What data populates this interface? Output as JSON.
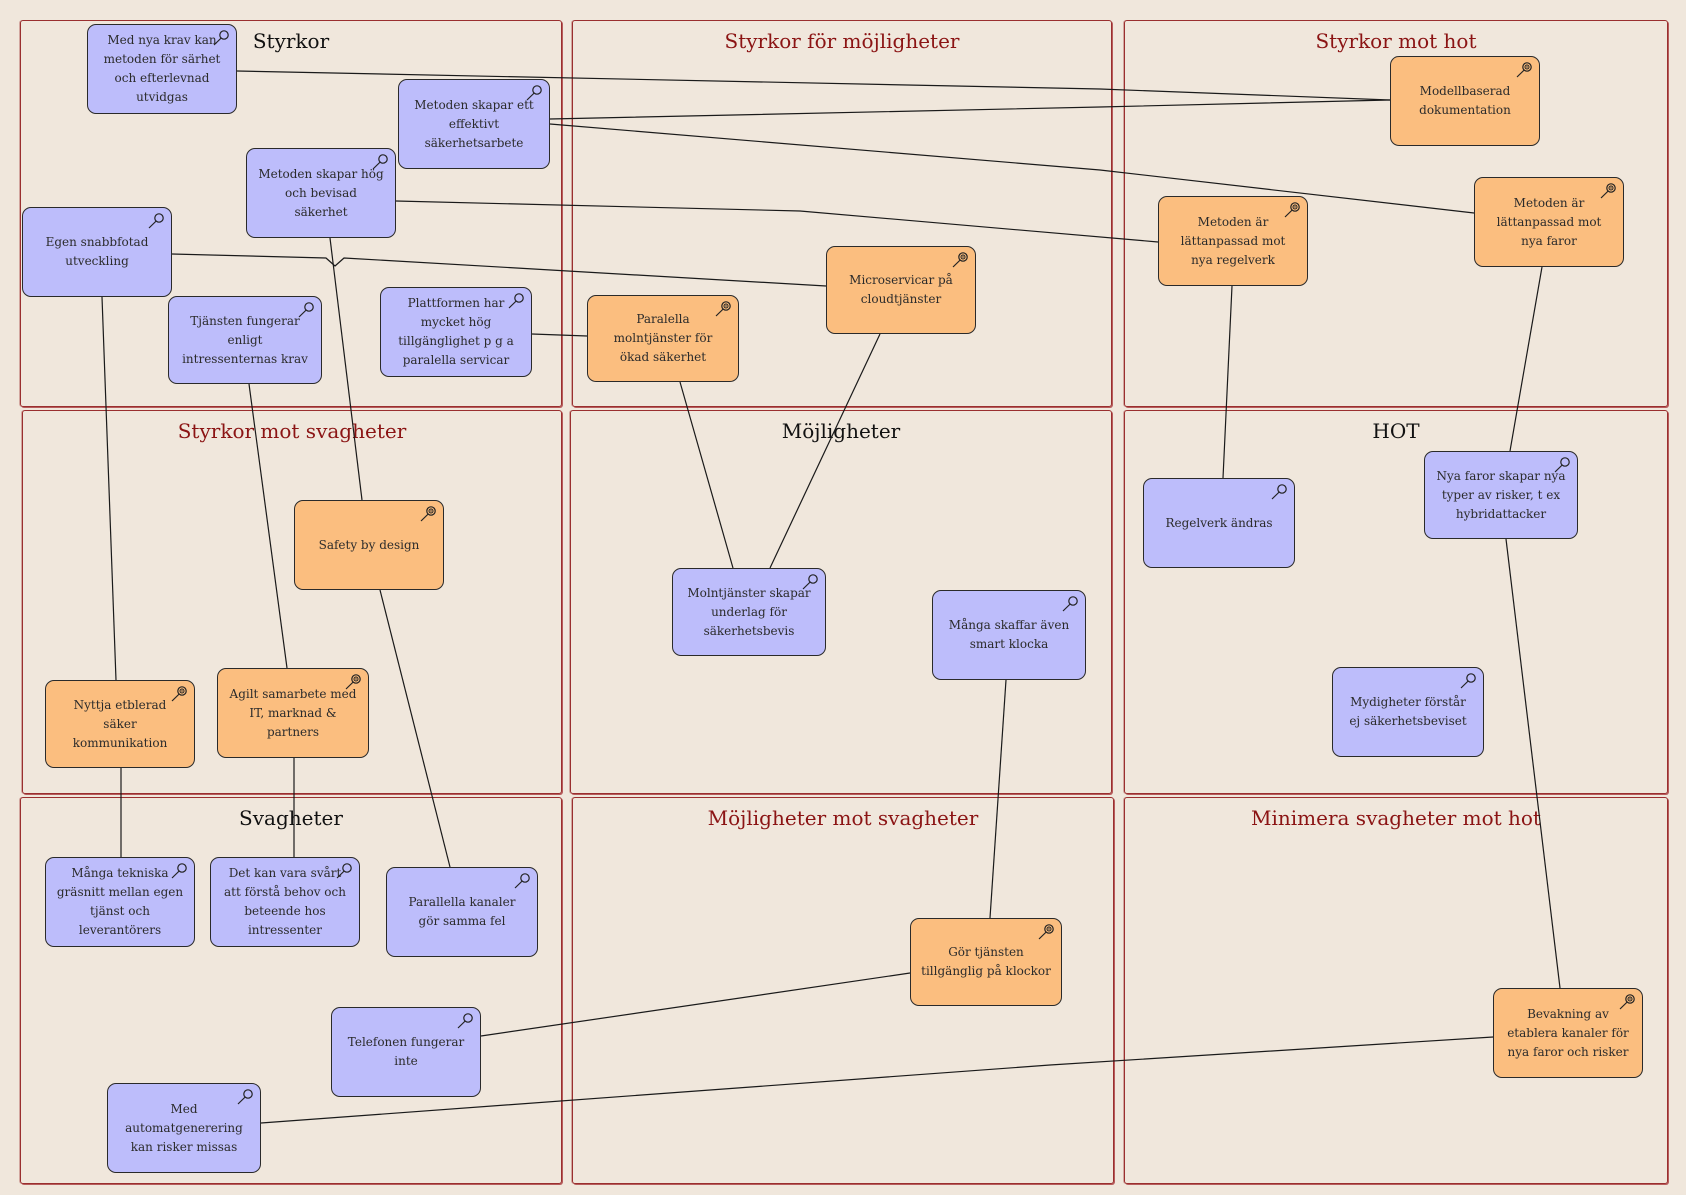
{
  "canvas": {
    "background": "#f0e7dc",
    "frame_color": "#9a2f2f"
  },
  "colors": {
    "blue_node": "#bdbdfb",
    "orange_node": "#fbbe7f",
    "title_red": "#8b1414",
    "title_dark": "#111111",
    "connector": "#1a1a1a"
  },
  "quadrants": [
    {
      "id": "styrkor",
      "title": "Styrkor",
      "title_style": "dark"
    },
    {
      "id": "styrkor-mojligheter",
      "title": "Styrkor för möjligheter",
      "title_style": "red"
    },
    {
      "id": "styrkor-hot",
      "title": "Styrkor mot hot",
      "title_style": "red"
    },
    {
      "id": "styrkor-svagheter",
      "title": "Styrkor mot svagheter",
      "title_style": "red"
    },
    {
      "id": "mojligheter",
      "title": "Möjligheter",
      "title_style": "dark"
    },
    {
      "id": "hot",
      "title": "HOT",
      "title_style": "dark"
    },
    {
      "id": "svagheter",
      "title": "Svagheter",
      "title_style": "dark"
    },
    {
      "id": "mojligheter-svagheter",
      "title": "Möjligheter mot svagheter",
      "title_style": "red"
    },
    {
      "id": "minimera",
      "title": "Minimera svagheter mot hot",
      "title_style": "red"
    }
  ],
  "nodes": [
    {
      "id": "n1",
      "text": "Med nya krav kan metoden för särhet och efterlevnad utvidgas",
      "kind": "blue",
      "icon": "pin-icon"
    },
    {
      "id": "n2",
      "text": "Metoden skapar ett effektivt säkerhetsarbete",
      "kind": "blue",
      "icon": "pin-icon"
    },
    {
      "id": "n3",
      "text": "Metoden skapar hög och bevisad säkerhet",
      "kind": "blue",
      "icon": "pin-icon"
    },
    {
      "id": "n4",
      "text": "Egen snabbfotad utveckling",
      "kind": "blue",
      "icon": "pin-icon"
    },
    {
      "id": "n5",
      "text": "Tjänsten fungerar enligt intressenternas krav",
      "kind": "blue",
      "icon": "pin-icon"
    },
    {
      "id": "n6",
      "text": "Plattformen har mycket hög tillgänglighet p g a paralella servicar",
      "kind": "blue",
      "icon": "pin-icon"
    },
    {
      "id": "n7",
      "text": "Paralella molntjänster för ökad säkerhet",
      "kind": "orange",
      "icon": "goal-icon"
    },
    {
      "id": "n8",
      "text": "Microservicar på cloudtjänster",
      "kind": "orange",
      "icon": "goal-icon"
    },
    {
      "id": "n9",
      "text": "Modellbaserad dokumentation",
      "kind": "orange",
      "icon": "goal-icon"
    },
    {
      "id": "n10",
      "text": "Metoden är lättanpassad mot nya regelverk",
      "kind": "orange",
      "icon": "goal-icon"
    },
    {
      "id": "n11",
      "text": "Metoden är lättanpassad mot nya  faror",
      "kind": "orange",
      "icon": "goal-icon"
    },
    {
      "id": "n12",
      "text": "Safety by design",
      "kind": "orange",
      "icon": "goal-icon"
    },
    {
      "id": "n13",
      "text": "Molntjänster skapar underlag för säkerhetsbevis",
      "kind": "blue",
      "icon": "pin-icon"
    },
    {
      "id": "n14",
      "text": "Många skaffar även smart klocka",
      "kind": "blue",
      "icon": "pin-icon"
    },
    {
      "id": "n15",
      "text": "Regelverk ändras",
      "kind": "blue",
      "icon": "pin-icon"
    },
    {
      "id": "n16",
      "text": "Nya faror skapar nya typer av risker, t ex hybridattacker",
      "kind": "blue",
      "icon": "pin-icon"
    },
    {
      "id": "n17",
      "text": "Mydigheter förstår ej säkerhetsbeviset",
      "kind": "blue",
      "icon": "pin-icon"
    },
    {
      "id": "n18",
      "text": "Nyttja etblerad säker kommunikation",
      "kind": "orange",
      "icon": "goal-icon"
    },
    {
      "id": "n19",
      "text": "Agilt samarbete med IT, marknad & partners",
      "kind": "orange",
      "icon": "goal-icon"
    },
    {
      "id": "n20",
      "text": "Många tekniska gräsnitt mellan egen tjänst och leverantörers",
      "kind": "blue",
      "icon": "pin-icon"
    },
    {
      "id": "n21",
      "text": "Det kan vara svårt att förstå behov och beteende hos intressenter",
      "kind": "blue",
      "icon": "pin-icon"
    },
    {
      "id": "n22",
      "text": "Parallella kanaler gör samma fel",
      "kind": "blue",
      "icon": "pin-icon"
    },
    {
      "id": "n23",
      "text": "Gör tjänsten tillgänglig på klockor",
      "kind": "orange",
      "icon": "goal-icon"
    },
    {
      "id": "n24",
      "text": "Telefonen fungerar inte",
      "kind": "blue",
      "icon": "pin-icon"
    },
    {
      "id": "n25",
      "text": "Bevakning av etablera kanaler för nya faror och risker",
      "kind": "orange",
      "icon": "goal-icon"
    },
    {
      "id": "n26",
      "text": "Med automatgenerering kan risker missas",
      "kind": "blue",
      "icon": "pin-icon"
    }
  ],
  "connections": [
    {
      "from": "n1",
      "to": "n9"
    },
    {
      "from": "n2",
      "to": "n9"
    },
    {
      "from": "n2",
      "to": "n11"
    },
    {
      "from": "n3",
      "to": "n10"
    },
    {
      "from": "n3",
      "to": "n12"
    },
    {
      "from": "n4",
      "to": "n8"
    },
    {
      "from": "n4",
      "to": "n18"
    },
    {
      "from": "n5",
      "to": "n19"
    },
    {
      "from": "n6",
      "to": "n7"
    },
    {
      "from": "n7",
      "to": "n13"
    },
    {
      "from": "n8",
      "to": "n13"
    },
    {
      "from": "n10",
      "to": "n15"
    },
    {
      "from": "n11",
      "to": "n16"
    },
    {
      "from": "n16",
      "to": "n25"
    },
    {
      "from": "n14",
      "to": "n23"
    },
    {
      "from": "n18",
      "to": "n20"
    },
    {
      "from": "n19",
      "to": "n21"
    },
    {
      "from": "n12",
      "to": "n22"
    },
    {
      "from": "n23",
      "to": "n24"
    },
    {
      "from": "n25",
      "to": "n26"
    }
  ]
}
